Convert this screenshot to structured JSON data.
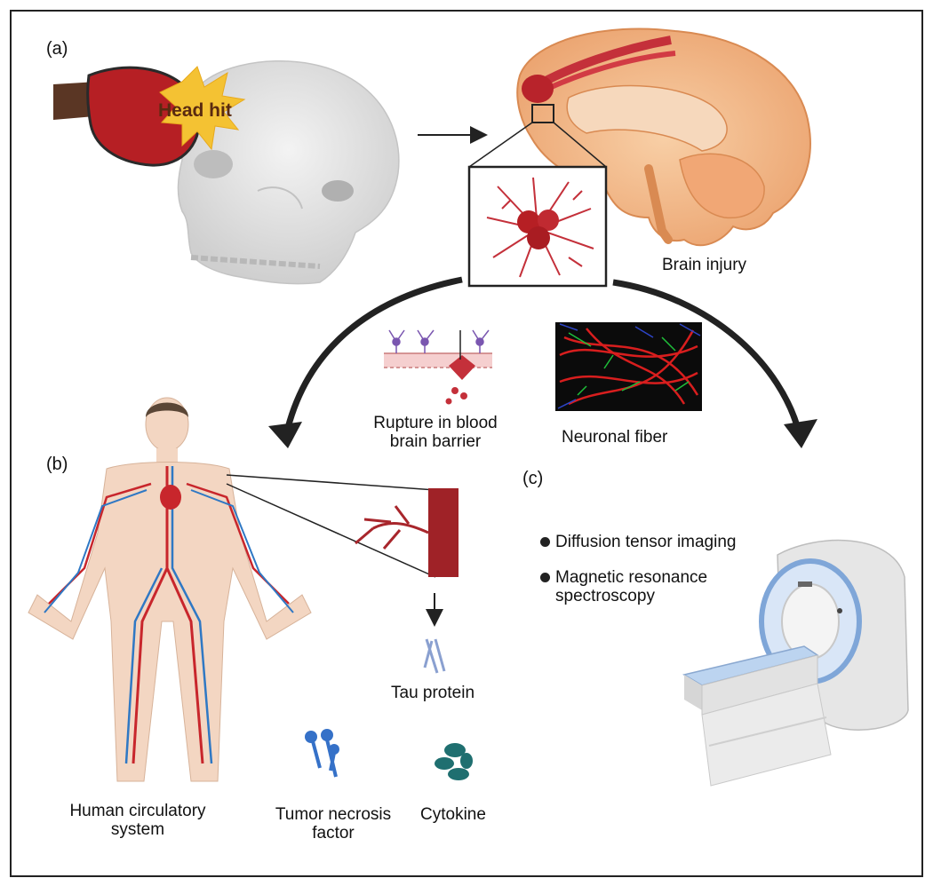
{
  "panels": {
    "a": "(a)",
    "b": "(b)",
    "c": "(c)"
  },
  "labels": {
    "head_hit": "Head hit",
    "brain_injury": "Brain injury",
    "bbb_line1": "Rupture in blood",
    "bbb_line2": "brain barrier",
    "neuronal_fiber": "Neuronal fiber",
    "tau_protein": "Tau protein",
    "circulatory_line1": "Human circulatory",
    "circulatory_line2": "system",
    "tnf_line1": "Tumor necrosis",
    "tnf_line2": "factor",
    "cytokine": "Cytokine"
  },
  "imaging_methods": [
    {
      "line1": "Diffusion tensor imaging",
      "line2": ""
    },
    {
      "line1": "Magnetic resonance",
      "line2": "spectroscopy"
    }
  ],
  "colors": {
    "blood_red": "#c8262c",
    "vein_blue": "#2f78c4",
    "brain_orange": "#f2b88a",
    "skin": "#f3d6c2"
  }
}
